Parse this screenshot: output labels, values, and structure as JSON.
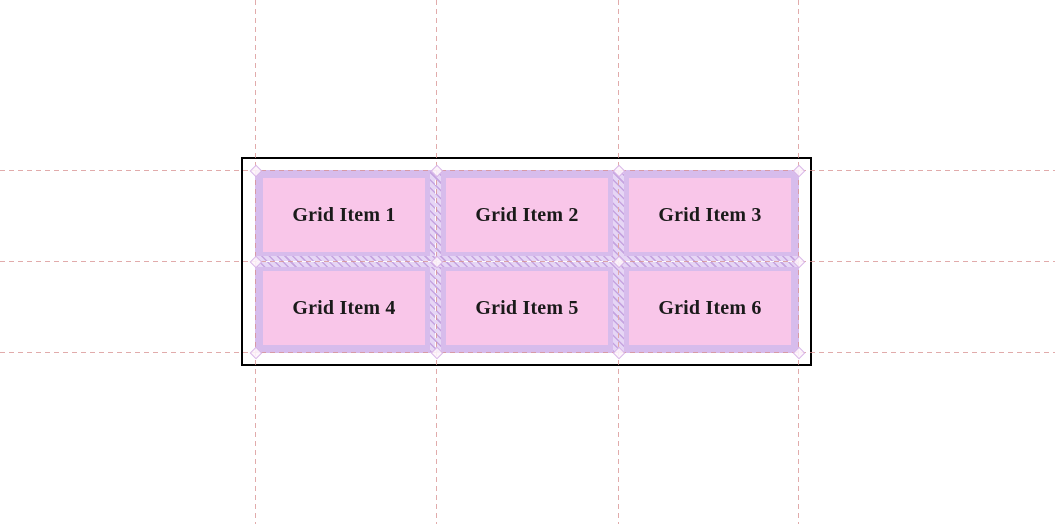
{
  "grid": {
    "items": [
      "Grid Item 1",
      "Grid Item 2",
      "Grid Item 3",
      "Grid Item 4",
      "Grid Item 5",
      "Grid Item 6"
    ]
  },
  "colors": {
    "guide_line": "#d78f8f",
    "container_border": "#000000",
    "overlay_bg": "#d7bcec",
    "hatch_bg": "#e6d6f5",
    "hatch_stroke": "#c5a3e0",
    "item_bg": "#f9c6e9",
    "item_text": "#1a1a1a",
    "diamond": "#fdf4fb",
    "diamond_border": "#d4aee6"
  }
}
